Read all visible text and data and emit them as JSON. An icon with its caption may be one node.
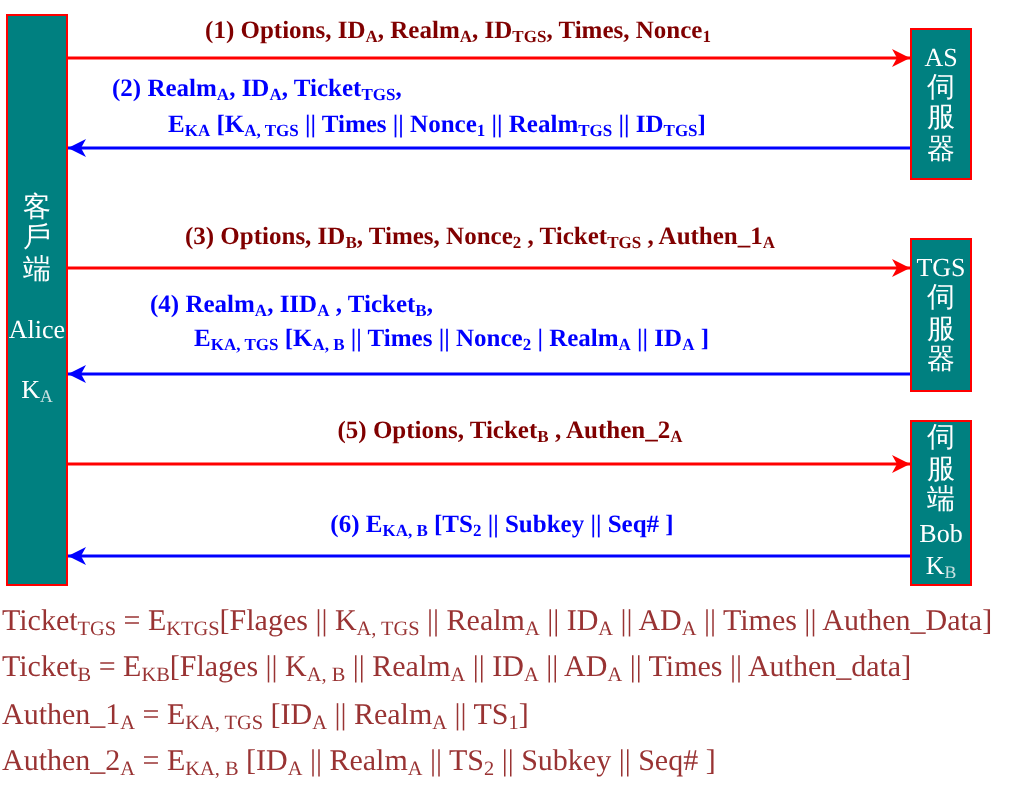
{
  "diagram": {
    "nodes": [
      {
        "text": [
          "客戶端",
          "Alice",
          "K$_{A}$"
        ]
      },
      {
        "text": [
          "AS",
          "伺服器"
        ]
      },
      {
        "text": [
          "TGS",
          "伺服器"
        ]
      },
      {
        "text": [
          "伺服端",
          "Bob",
          "K$_{B}$"
        ]
      }
    ],
    "edges": [
      {
        "from": 0,
        "to": 1,
        "arrow": "to",
        "color": "#ff0000",
        "label": "(1) Options, ID$_{A}$, Realm$_{A}$, ID$_{TGS}$, Times, Nonce$_{1}$"
      },
      {
        "from": 1,
        "to": 0,
        "arrow": "to",
        "color": "#0000ff",
        "label": "(2) Realm$_{A}$, ID$_{A}$, Ticket$_{TGS}$, E$_{KA}$ [K$_{A, TGS}$ || Times || Nonce$_{1}$ || Realm$_{TGS}$ || ID$_{TGS}$]"
      },
      {
        "from": 0,
        "to": 2,
        "arrow": "to",
        "color": "#ff0000",
        "label": "(3) Options, ID$_{B}$, Times, Nonce$_{2}$ , Ticket$_{TGS}$ , Authen_1$_{A}$"
      },
      {
        "from": 2,
        "to": 0,
        "arrow": "to",
        "color": "#0000ff",
        "label": "(4) Realm$_{A}$, IID$_{A}$ , Ticket$_{B}$, E$_{KA, TGS}$ [K$_{A, B}$ || Times || Nonce$_{2}$ | Realm$_{A}$ || ID$_{A}$ ]"
      },
      {
        "from": 0,
        "to": 3,
        "arrow": "to",
        "color": "#ff0000",
        "label": "(5) Options, Ticket$_{B}$ , Authen_2$_{A}$"
      },
      {
        "from": 3,
        "to": 0,
        "arrow": "to",
        "color": "#0000ff",
        "label": "(6) E$_{KA, B}$ [TS$_{2}$ || Subkey || Seq# ]"
      }
    ],
    "labels": [
      "Ticket$_{TGS}$ = E$_{KTGS}$[Flages || K$_{A, TGS}$ || Realm$_{A}$ || ID$_{A}$ || AD$_{A}$ || Times || Authen_Data]",
      "Ticket$_{B}$ = E$_{KB}$[Flages || K$_{A, B}$ || Realm$_{A}$ || ID$_{A}$ || AD$_{A}$ || Times || Authen_data]",
      "Authen_1$_{A}$ = E$_{KA, TGS}$ [ID$_{A}$ || Realm$_{A}$ || TS$_{1}$]",
      "Authen_2$_{A}$ = E$_{KA, B}$ [ID$_{A}$ || Realm$_{A}$ || TS$_{2}$ || Subkey || Seq# ]"
    ]
  }
}
